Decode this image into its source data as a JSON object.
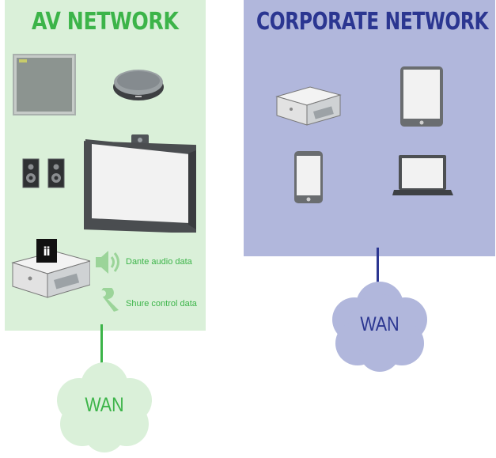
{
  "av_network": {
    "title": "AV NETWORK",
    "legend": [
      {
        "icon": "speaker-icon",
        "label": "Dante audio data"
      },
      {
        "icon": "wrench-icon",
        "label": "Shure control data"
      }
    ],
    "wan_label": "WAN",
    "colors": {
      "panel": "#daf0d9",
      "accent": "#3cb449",
      "cloud": "#daf0d9"
    }
  },
  "corporate_network": {
    "title": "CORPORATE NETWORK",
    "wan_label": "WAN",
    "colors": {
      "panel": "#b1b7dc",
      "accent": "#2b3691",
      "cloud": "#b1b7dc"
    }
  }
}
